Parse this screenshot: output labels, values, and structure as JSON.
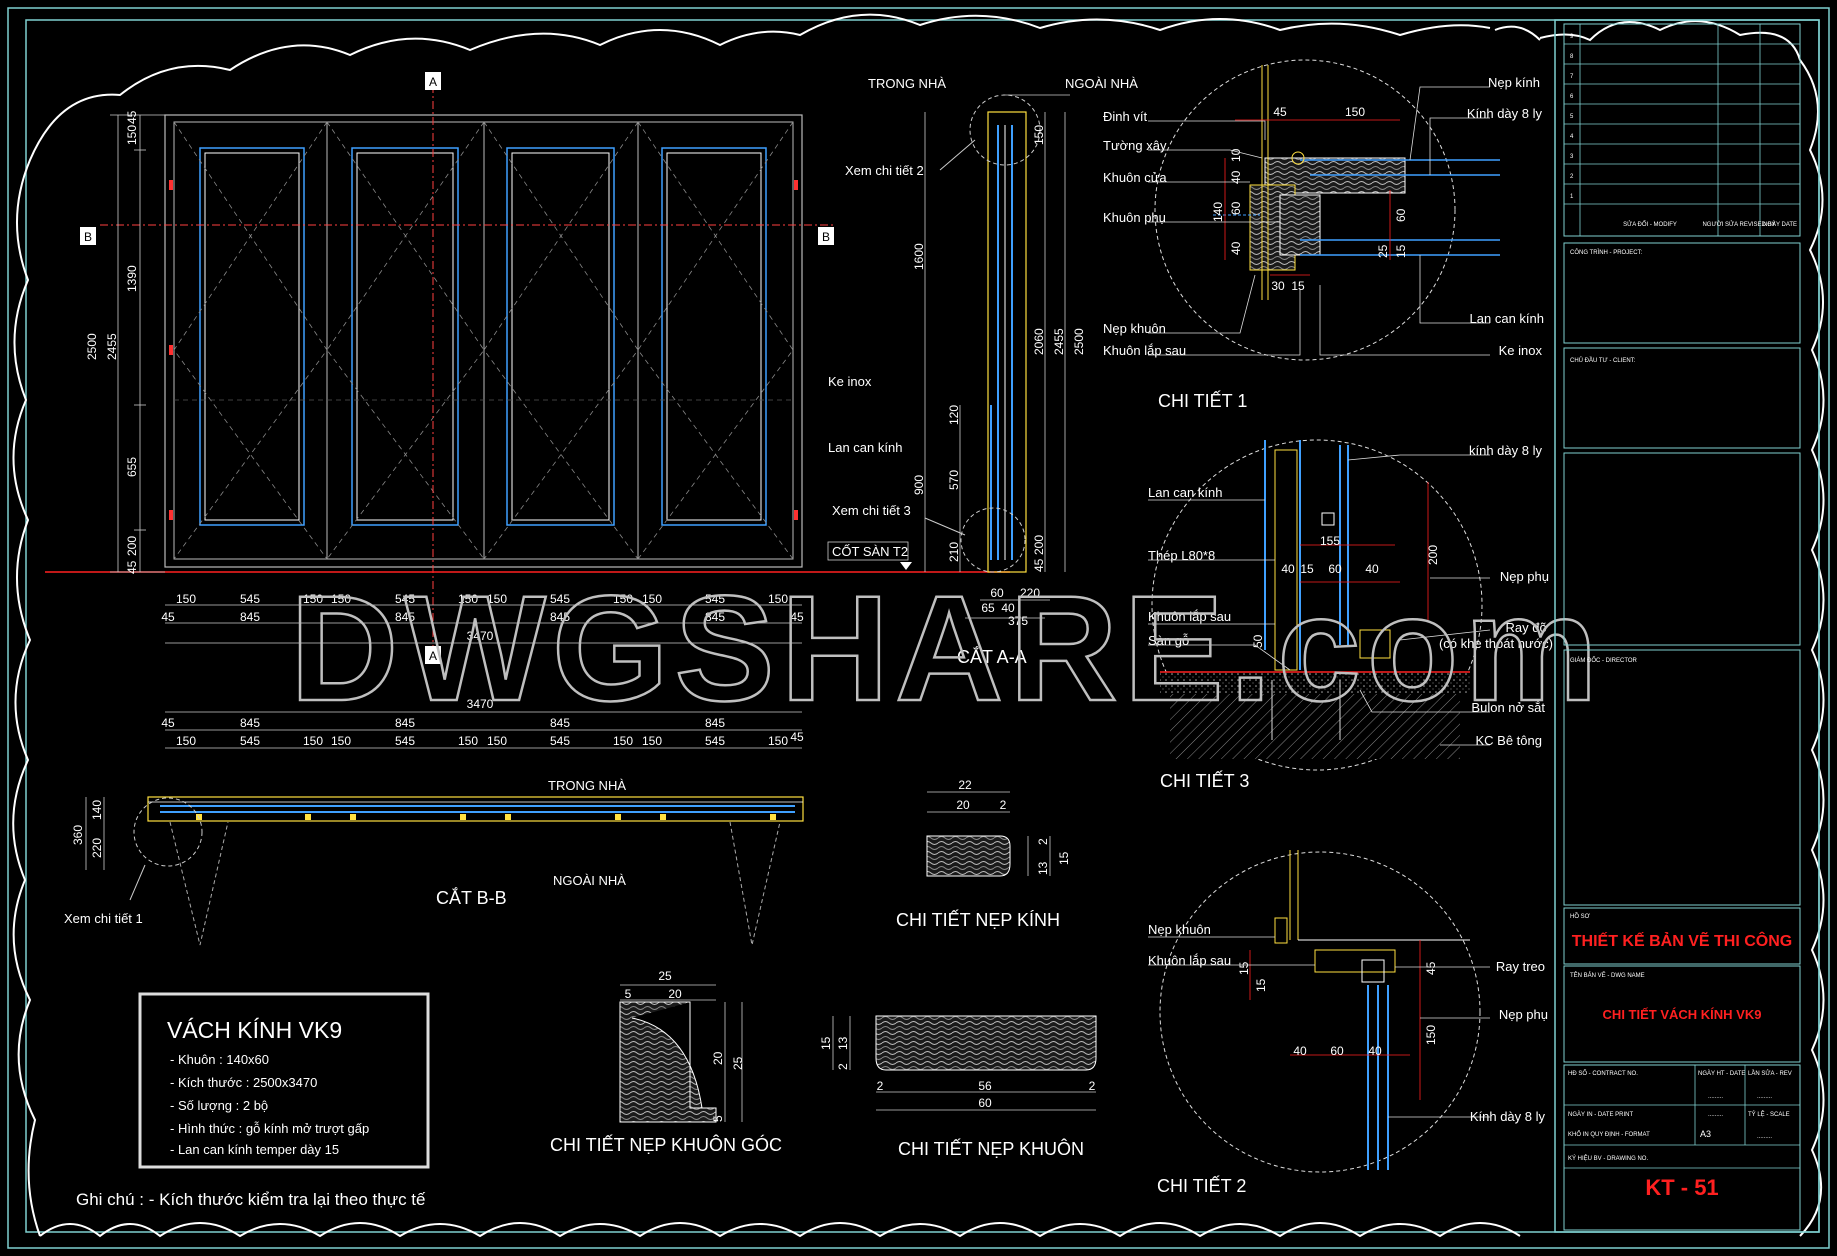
{
  "watermark": "DWGSHARE.com",
  "elevation": {
    "section_marks": {
      "a": "A",
      "b": "B"
    },
    "dims_left": [
      "45",
      "150",
      "1390",
      "655",
      "200",
      "45",
      "2500",
      "2455"
    ],
    "dims_bottom_row1": [
      "150",
      "545",
      "150",
      "150",
      "545",
      "150",
      "150",
      "545",
      "150",
      "150",
      "545",
      "150"
    ],
    "dims_bottom_row2": [
      "45",
      "845",
      "845",
      "845",
      "845",
      "45"
    ],
    "dim_total": "3470"
  },
  "section_aa": {
    "title": "CẮT A-A",
    "label_inside": "TRONG NHÀ",
    "label_outside": "NGOÀI NHÀ",
    "callout_detail_2": "Xem chi tiết 2",
    "callout_detail_3": "Xem chi tiết 3",
    "label_ke_inox": "Ke inox",
    "label_lan_can": "Lan can kính",
    "label_cot_san": "CỐT SÀN T2",
    "dims_left": [
      "1600",
      "120",
      "570",
      "900",
      "210"
    ],
    "dims_right": [
      "150",
      "2060",
      "2455",
      "2500",
      "200",
      "45"
    ],
    "dims_bottom": [
      "60",
      "220",
      "65",
      "40",
      "375"
    ]
  },
  "section_bb": {
    "title": "CẮT B-B",
    "label_inside": "TRONG NHÀ",
    "label_outside": "NGOÀI NHÀ",
    "callout_detail_1": "Xem chi tiết 1",
    "dim_total": "3470",
    "dims_top_row1": [
      "45",
      "845",
      "845",
      "845",
      "845",
      "45"
    ],
    "dims_top_row2": [
      "150",
      "545",
      "150",
      "150",
      "545",
      "150",
      "150",
      "545",
      "150",
      "150",
      "545",
      "150"
    ],
    "dims_left": [
      "140",
      "360",
      "220"
    ]
  },
  "detail_1": {
    "title": "CHI TIẾT 1",
    "left_labels": [
      "Đinh vít",
      "Tường xây",
      "Khuôn cửa",
      "Khuôn phụ",
      "Nẹp khuôn",
      "Khuôn lắp sau"
    ],
    "right_labels": [
      "Nẹp kính",
      "Kính dày 8 ly",
      "Lan can kính",
      "Ke inox"
    ],
    "dims": [
      "45",
      "150",
      "10",
      "40",
      "60",
      "140",
      "40",
      "60",
      "25",
      "15",
      "30",
      "15"
    ]
  },
  "detail_3": {
    "title": "CHI TIẾT 3",
    "left_labels": [
      "Lan can kính",
      "Thép L80*8",
      "Khuôn lắp sau",
      "Sàn gỗ"
    ],
    "right_labels": [
      "kính dày 8 ly",
      "Nẹp phụ",
      "Ray đỡ",
      "(có khe thoát nước)",
      "Bulon nở sắt",
      "KC Bê tông"
    ],
    "dims": [
      "155",
      "200",
      "40",
      "15",
      "60",
      "40",
      "50"
    ]
  },
  "detail_2": {
    "title": "CHI TIẾT 2",
    "left_labels": [
      "Nẹp khuôn",
      "Khuôn lắp sau"
    ],
    "right_labels": [
      "Ray treo",
      "Nẹp phụ",
      "Kính dày 8 ly"
    ],
    "dims": [
      "15",
      "15",
      "45",
      "150",
      "40",
      "60",
      "40"
    ]
  },
  "nep_kinh": {
    "title": "CHI TIẾT NẸP KÍNH",
    "dims": [
      "22",
      "20",
      "2",
      "2",
      "13",
      "15"
    ]
  },
  "nep_khuon_goc": {
    "title": "CHI TIẾT NẸP KHUÔN GÓC",
    "dims": [
      "25",
      "5",
      "20",
      "20",
      "25",
      "5"
    ]
  },
  "nep_khuon": {
    "title": "CHI TIẾT NẸP KHUÔN",
    "dims": [
      "15",
      "13",
      "2",
      "2",
      "56",
      "2",
      "60"
    ]
  },
  "spec_box": {
    "title": "VÁCH KÍNH VK9",
    "lines": [
      "- Khuôn : 140x60",
      "- Kích thước : 2500x3470",
      "- Số lượng : 2 bộ",
      "- Hình thức : gỗ kính mở trượt gấp",
      "- Lan can kính temper dày 15"
    ]
  },
  "note": "Ghi chú : - Kích thước kiểm tra lại theo thực tế",
  "title_block": {
    "revision_numbers": [
      "9",
      "8",
      "7",
      "6",
      "5",
      "4",
      "3",
      "2",
      "1"
    ],
    "rev_header": [
      "SỬA ĐỔI - MODIFY",
      "NGƯỜI SỬA REVISED BY",
      "NGÀY DATE"
    ],
    "project_label": "CÔNG TRÌNH - PROJECT:",
    "client_label": "CHỦ ĐẦU TƯ - CLIENT:",
    "director_label": "GIÁM ĐỐC - DIRECTOR",
    "stage_label": "HỒ SƠ",
    "stage_value": "THIẾT KẾ BẢN VẼ THI CÔNG",
    "drawing_name_label": "TÊN BẢN VẼ - DWG NAME",
    "drawing_name_value": "CHI TIẾT VÁCH KÍNH VK9",
    "contract_label": "HĐ SỐ - CONTRACT NO.",
    "date_label": "NGÀY HT - DATE",
    "rev_label": "LẦN SỬA - REV",
    "print_date_label": "NGÀY IN - DATE PRINT",
    "scale_label": "TỶ LỆ - SCALE",
    "format_label": "KHỔ IN QUY ĐỊNH - FORMAT",
    "format_value": "A3",
    "dwg_no_label": "KÝ HIỆU BV - DRAWING NO.",
    "dwg_no_value": "KT - 51",
    "placeholder_dots": "........."
  },
  "colors": {
    "background": "#000000",
    "border": "#7fd0d0",
    "cloud": "#ffffff",
    "glass": "#3fa0ff",
    "frame_red": "#ff3030",
    "yellow": "#ffe040",
    "dim_red": "#ff2020",
    "title_red": "#ff2020"
  }
}
